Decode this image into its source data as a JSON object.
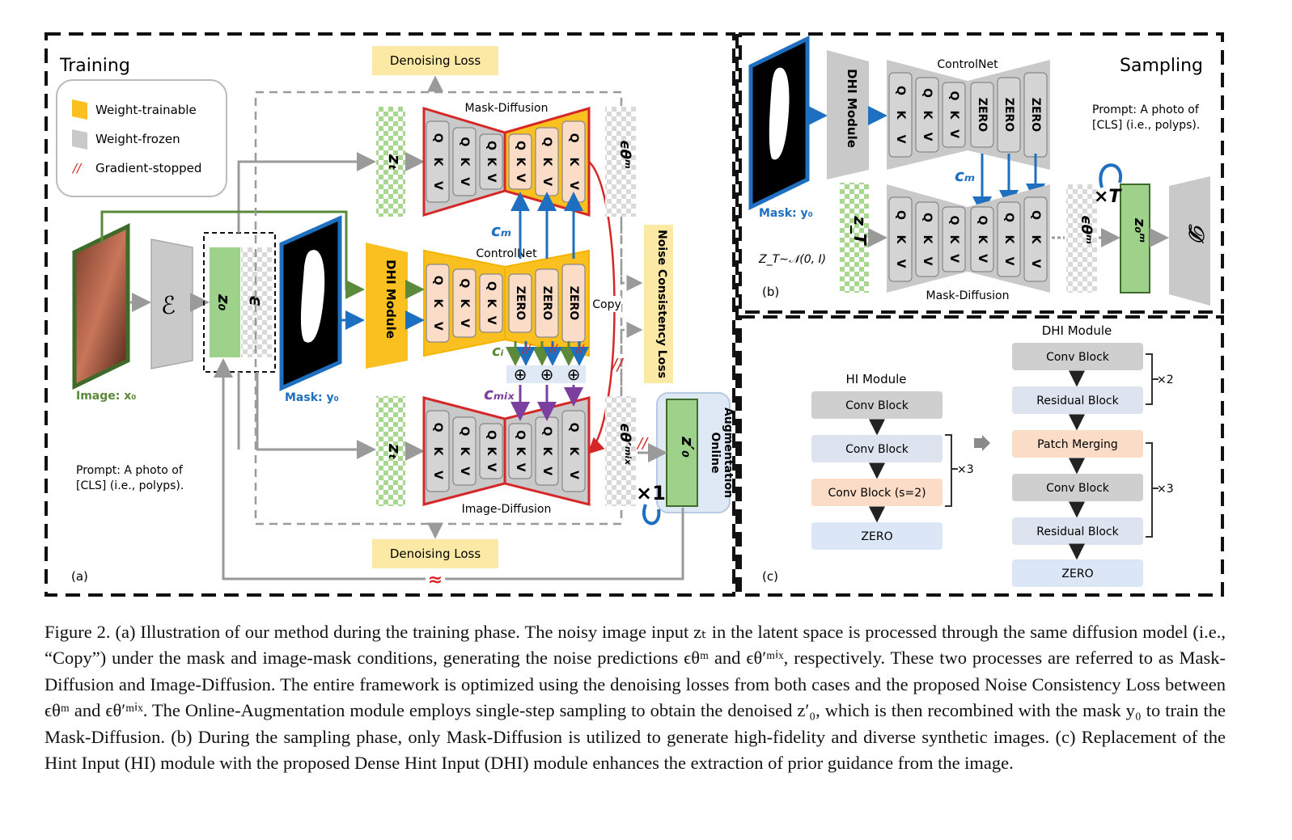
{
  "panel_a": {
    "title": "Training",
    "label": "(a)",
    "legend": {
      "trainable": "Weight-trainable",
      "frozen": "Weight-frozen",
      "stopped": "Gradient-stopped"
    },
    "image_label": "Image: x₀",
    "mask_label": "Mask: y₀",
    "encoder": "ℰ",
    "z0": "z₀",
    "eps": "ϵ",
    "prompt_line1": "Prompt: A photo of",
    "prompt_line2": "[CLS] (i.e., polyps).",
    "denoising_loss_top": "Denoising Loss",
    "denoising_loss_bottom": "Denoising Loss",
    "zt_top": "zₜ",
    "zt_bottom": "zₜ",
    "mask_diffusion": "Mask-Diffusion",
    "controlnet": "ControlNet",
    "image_diffusion": "Image-Diffusion",
    "dhi_module": "DHI Module",
    "qkv": [
      "Q",
      "K",
      "V"
    ],
    "zero": "ZERO",
    "cm": "cₘ",
    "ci": "cᵢ",
    "cmix": "cₘᵢₓ",
    "copy": "Copy",
    "eps_m": "ϵθᵐ",
    "eps_mix": "ϵθ′ᵐⁱˣ",
    "noise_consistency_loss": "Noise Consistency Loss",
    "online_aug_line1": "Online",
    "online_aug_line2": "Augmentation",
    "z0_prime": "z′₀",
    "times_1": "×1",
    "approx": "≈",
    "plus": "⊕"
  },
  "panel_b": {
    "title": "Sampling",
    "label": "(b)",
    "controlnet": "ControlNet",
    "mask_diffusion": "Mask-Diffusion",
    "dhi_module": "DHI Module",
    "mask_label": "Mask: y₀",
    "prompt_line1": "Prompt: A photo of",
    "prompt_line2": "[CLS] (i.e., polyps).",
    "zT": "z_T",
    "noise_dist": "Z_T∼𝒩(0, I)",
    "cm": "cₘ",
    "eps_m": "ϵθᵐ",
    "z0_m": "z₀ᵐ",
    "decoder": "𝒟",
    "times_T": "×T",
    "zero": "ZERO"
  },
  "panel_c": {
    "label": "(c)",
    "hi_title": "HI Module",
    "hi_blocks": [
      "Conv Block",
      "Conv Block",
      "Conv Block (s=2)",
      "ZERO"
    ],
    "hi_repeat": "×3",
    "dhi_title": "DHI Module",
    "dhi_blocks": [
      "Conv Block",
      "Residual Block",
      "Patch Merging",
      "Conv Block",
      "Residual Block",
      "ZERO"
    ],
    "dhi_repeat_1": "×2",
    "dhi_repeat_2": "×3"
  },
  "colors": {
    "trainable": "#f9c01f",
    "frozen": "#c9c9c9",
    "red_outline": "#d62728",
    "blue": "#1f6fc0",
    "green": "#5a8a3a",
    "purple": "#7b3fa0",
    "latent_green": "#9ed18a",
    "loss_yellow": "#fde9a6"
  },
  "caption": {
    "p1": "Figure 2. (a) Illustration of our method during the training phase. The noisy image input zₜ in the latent space is processed through the same diffusion model (i.e., “Copy”) under the mask and image-mask conditions, generating the noise predictions ϵθᵐ and ϵθ′ᵐⁱˣ, respectively. These two processes are referred to as Mask-Diffusion and Image-Diffusion. The entire framework is optimized using the denoising losses from both cases and the proposed Noise Consistency Loss between ϵθᵐ and ϵθ′ᵐⁱˣ. The Online-Augmentation module employs single-step sampling to obtain the denoised z′₀, which is then recombined with the mask y₀ to train the Mask-Diffusion. (b) During the sampling phase, only Mask-Diffusion is utilized to generate high-fidelity and diverse synthetic images. (c) Replacement of the Hint Input (HI) module with the proposed Dense Hint Input (DHI) module enhances the extraction of prior guidance from the image."
  }
}
